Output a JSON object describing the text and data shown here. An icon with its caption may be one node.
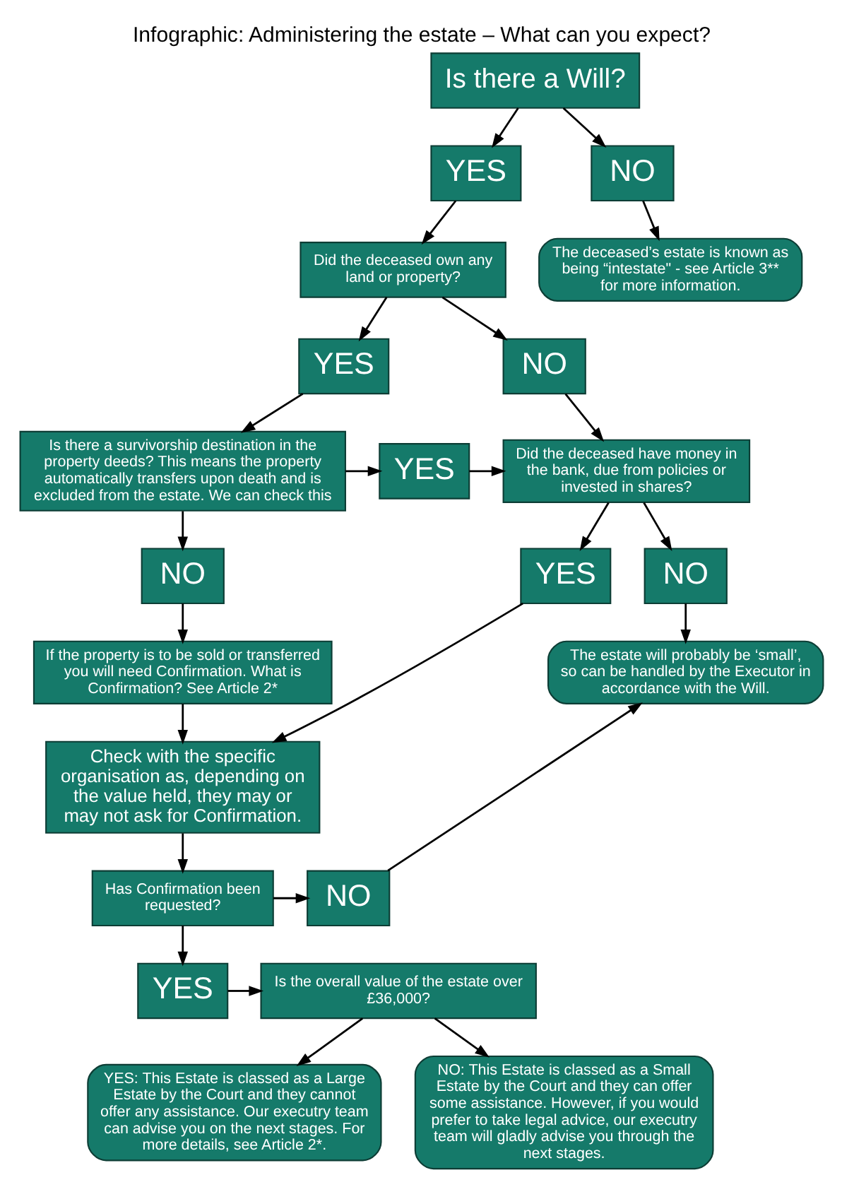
{
  "diagram": {
    "title": "Infographic: Administering the estate – What can you expect?",
    "nodes": [
      {
        "text": [
          "Is there a Will?"
        ]
      },
      {
        "text": [
          "YES"
        ]
      },
      {
        "text": [
          "NO"
        ]
      },
      {
        "text": [
          "Did the deceased own any land or property?"
        ]
      },
      {
        "text": [
          "The deceased’s estate is known as being “intestate\" - see Article 3** for more information."
        ]
      },
      {
        "text": [
          "YES"
        ]
      },
      {
        "text": [
          "NO"
        ]
      },
      {
        "text": [
          "Is there a survivorship destination in the property deeds? This means the property automatically transfers upon death and is excluded from the estate. We can check this"
        ]
      },
      {
        "text": [
          "YES"
        ]
      },
      {
        "text": [
          "Did the deceased have money in the bank, due from policies or invested in shares?"
        ]
      },
      {
        "text": [
          "NO"
        ]
      },
      {
        "text": [
          "If the property is to be sold or transferred you will need Confirmation. What is Confirmation? See Article 2*"
        ]
      },
      {
        "text": [
          "YES"
        ]
      },
      {
        "text": [
          "NO"
        ]
      },
      {
        "text": [
          "The estate will probably be ‘small’, so can be handled by the Executor in accordance with the Will."
        ]
      },
      {
        "text": [
          "Check with the specific organisation as, depending on the value held, they may or may not ask for Confirmation."
        ]
      },
      {
        "text": [
          "Has Confirmation been requested?"
        ]
      },
      {
        "text": [
          "NO"
        ]
      },
      {
        "text": [
          "YES"
        ]
      },
      {
        "text": [
          "Is the overall value of the estate over £36,000?"
        ]
      },
      {
        "text": [
          "YES: This Estate is classed as a Large Estate by the Court and they cannot offer any assistance. Our executry team can advise you on the next stages. For more details, see Article 2*."
        ]
      },
      {
        "text": [
          "NO: This Estate is classed as a Small Estate by the Court and they can offer some assistance. However, if you would prefer to take legal advice, our executry team will gladly advise you through the next stages."
        ]
      }
    ],
    "edges": [
      {
        "from": 0,
        "to": 1,
        "arrow": "to"
      },
      {
        "from": 0,
        "to": 2,
        "arrow": "to"
      },
      {
        "from": 1,
        "to": 3,
        "arrow": "to"
      },
      {
        "from": 2,
        "to": 4,
        "arrow": "to"
      },
      {
        "from": 3,
        "to": 5,
        "arrow": "to"
      },
      {
        "from": 3,
        "to": 6,
        "arrow": "to"
      },
      {
        "from": 5,
        "to": 7,
        "arrow": "to"
      },
      {
        "from": 6,
        "to": 9,
        "arrow": "to"
      },
      {
        "from": 7,
        "to": 8,
        "arrow": "to"
      },
      {
        "from": 8,
        "to": 9,
        "arrow": "to"
      },
      {
        "from": 7,
        "to": 10,
        "arrow": "to"
      },
      {
        "from": 10,
        "to": 11,
        "arrow": "to"
      },
      {
        "from": 9,
        "to": 12,
        "arrow": "to"
      },
      {
        "from": 9,
        "to": 13,
        "arrow": "to"
      },
      {
        "from": 11,
        "to": 15,
        "arrow": "to"
      },
      {
        "from": 12,
        "to": 15,
        "arrow": "to"
      },
      {
        "from": 13,
        "to": 14,
        "arrow": "to"
      },
      {
        "from": 15,
        "to": 16,
        "arrow": "to"
      },
      {
        "from": 16,
        "to": 17,
        "arrow": "to"
      },
      {
        "from": 17,
        "to": 14,
        "arrow": "to"
      },
      {
        "from": 16,
        "to": 18,
        "arrow": "to"
      },
      {
        "from": 18,
        "to": 19,
        "arrow": "to"
      },
      {
        "from": 19,
        "to": 20,
        "arrow": "to"
      },
      {
        "from": 19,
        "to": 21,
        "arrow": "to"
      }
    ]
  }
}
